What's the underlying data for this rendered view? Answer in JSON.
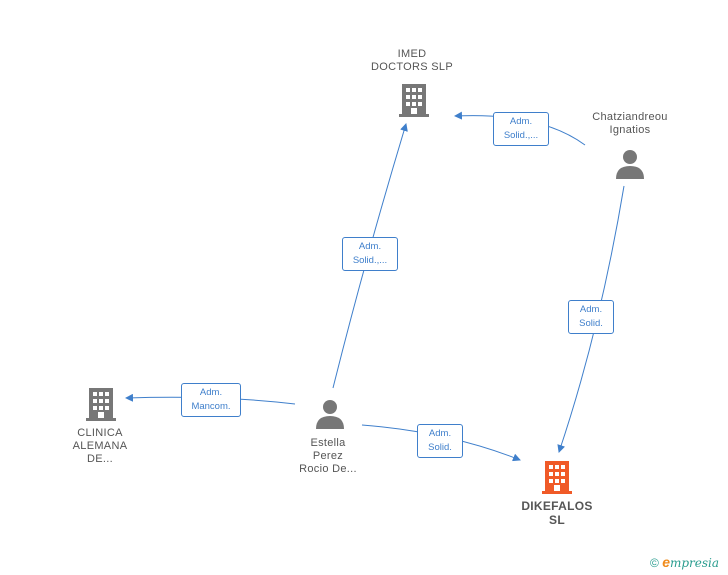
{
  "nodes": {
    "imed": {
      "label_line1": "IMED",
      "label_line2": "DOCTORS  SLP",
      "icon": "building-icon",
      "color": "#777777"
    },
    "chatz": {
      "label_line1": "Chatziandreou",
      "label_line2": "Ignatios",
      "icon": "person-icon",
      "color": "#777777"
    },
    "clinica": {
      "label_line1": "CLINICA",
      "label_line2": "ALEMANA",
      "label_line3": "DE...",
      "icon": "building-icon",
      "color": "#777777"
    },
    "estella": {
      "label_line1": "Estella",
      "label_line2": "Perez",
      "label_line3": "Rocio De...",
      "icon": "person-icon",
      "color": "#777777"
    },
    "dikefalos": {
      "label_line1": "DIKEFALOS",
      "label_line2": "SL",
      "icon": "building-icon",
      "color": "#f05a28"
    }
  },
  "edges": {
    "chatz_imed": {
      "line1": "Adm.",
      "line2": "Solid.,..."
    },
    "estella_imed": {
      "line1": "Adm.",
      "line2": "Solid.,..."
    },
    "chatz_dikefalos": {
      "line1": "Adm.",
      "line2": "Solid."
    },
    "estella_clinica": {
      "line1": "Adm.",
      "line2": "Mancom."
    },
    "estella_dikefalos": {
      "line1": "Adm.",
      "line2": "Solid."
    }
  },
  "colors": {
    "edge": "#3f7fcb",
    "node": "#777777",
    "highlight": "#f05a28"
  },
  "brand": {
    "copyright": "©",
    "e": "e",
    "rest": "mpresia"
  }
}
